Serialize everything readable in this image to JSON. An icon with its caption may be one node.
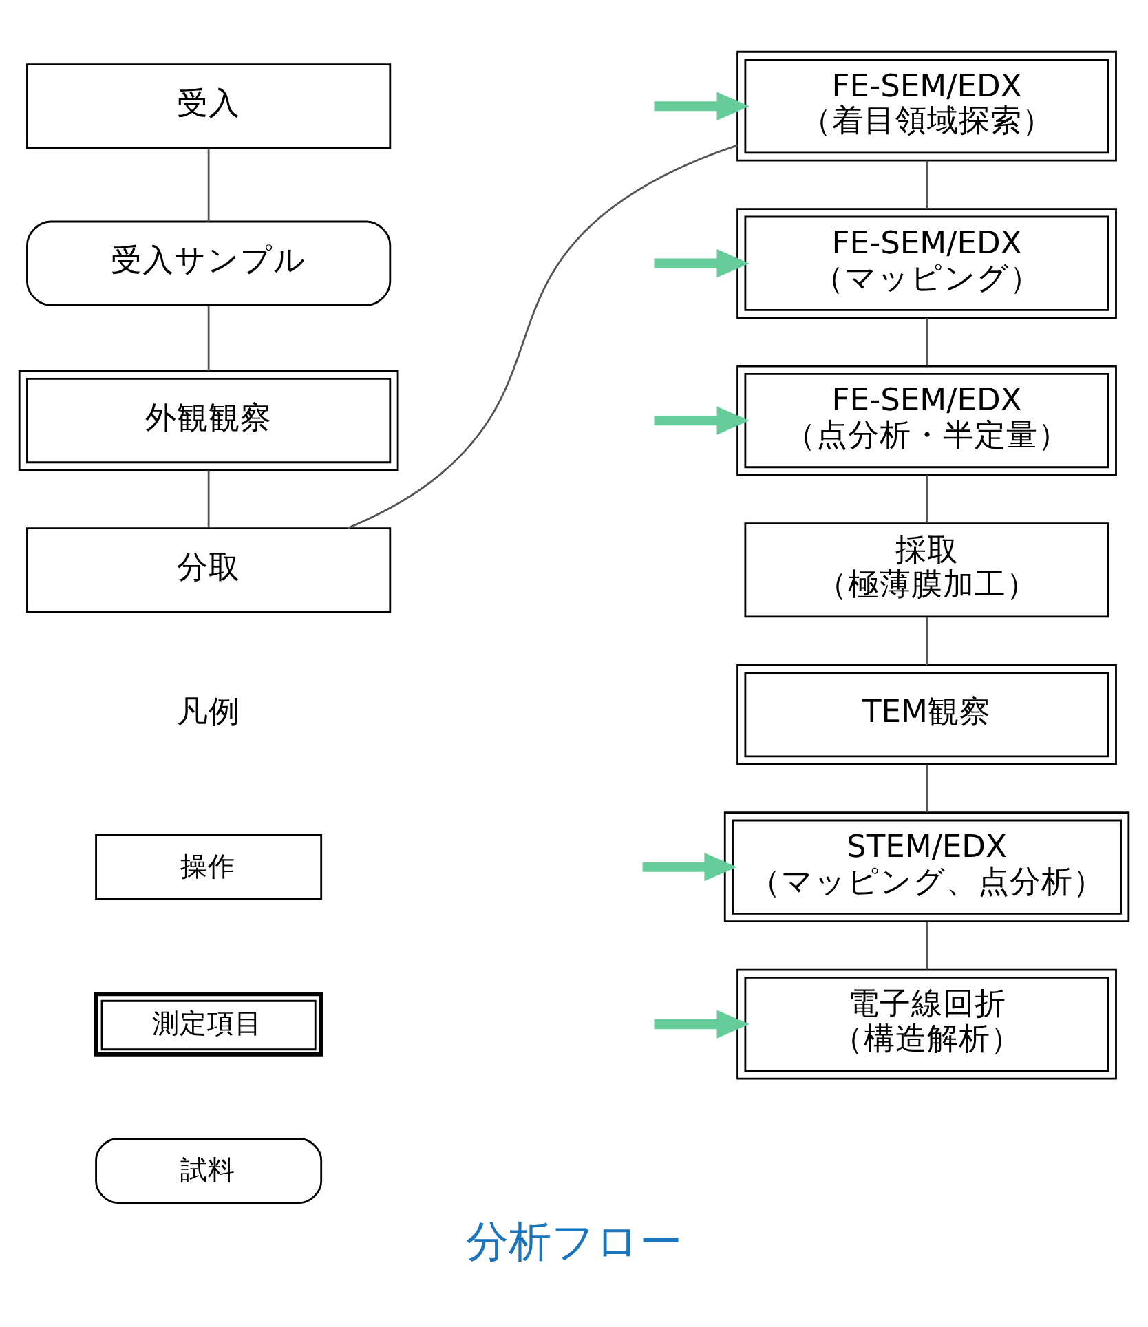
{
  "diagram": {
    "title": "分析フロー",
    "nodes": [
      {
        "text": [
          "受入"
        ]
      },
      {
        "text": [
          "受入サンプル"
        ]
      },
      {
        "text": [
          "外観観察"
        ]
      },
      {
        "text": [
          "分取"
        ]
      },
      {
        "text": [
          "FE-SEM/EDX",
          "（着目領域探索）"
        ]
      },
      {
        "text": [
          "FE-SEM/EDX",
          "（マッピング）"
        ]
      },
      {
        "text": [
          "FE-SEM/EDX",
          "（点分析・半定量）"
        ]
      },
      {
        "text": [
          "採取",
          "（極薄膜加工）"
        ]
      },
      {
        "text": [
          "TEM観察"
        ]
      },
      {
        "text": [
          "STEM/EDX",
          "（マッピング、点分析）"
        ]
      },
      {
        "text": [
          "電子線回折",
          "（構造解析）"
        ]
      }
    ],
    "edges": [
      {
        "from": 0,
        "to": 1,
        "arrow": "none"
      },
      {
        "from": 1,
        "to": 2,
        "arrow": "none"
      },
      {
        "from": 2,
        "to": 3,
        "arrow": "none"
      },
      {
        "from": 3,
        "to": 4,
        "arrow": "none"
      },
      {
        "from": 4,
        "to": 5,
        "arrow": "none"
      },
      {
        "from": 5,
        "to": 6,
        "arrow": "none"
      },
      {
        "from": 6,
        "to": 7,
        "arrow": "none"
      },
      {
        "from": 7,
        "to": 8,
        "arrow": "none"
      },
      {
        "from": 8,
        "to": 9,
        "arrow": "none"
      },
      {
        "from": 9,
        "to": 10,
        "arrow": "none"
      },
      {
        "from": null,
        "to": 4,
        "arrow": "to",
        "style": "thick",
        "color": "#66cc99"
      },
      {
        "from": null,
        "to": 5,
        "arrow": "to",
        "style": "thick",
        "color": "#66cc99"
      },
      {
        "from": null,
        "to": 6,
        "arrow": "to",
        "style": "thick",
        "color": "#66cc99"
      },
      {
        "from": null,
        "to": 9,
        "arrow": "to",
        "style": "thick",
        "color": "#66cc99"
      },
      {
        "from": null,
        "to": 10,
        "arrow": "to",
        "style": "thick",
        "color": "#66cc99"
      }
    ],
    "labels": [
      "凡例"
    ],
    "legend": [
      {
        "text": "操作"
      },
      {
        "text": "測定項目"
      },
      {
        "text": "試料"
      }
    ]
  }
}
